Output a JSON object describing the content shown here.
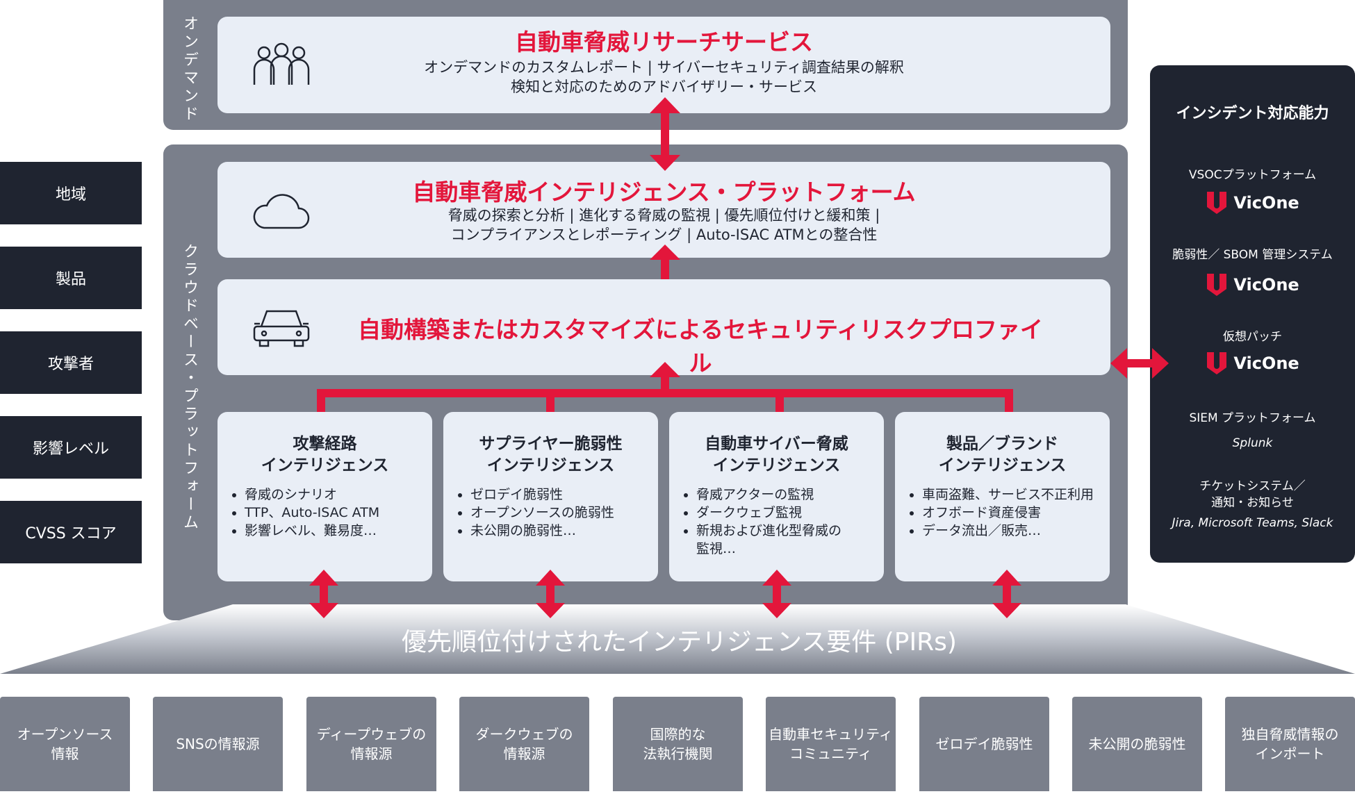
{
  "left_dimensions": [
    "地域",
    "製品",
    "攻撃者",
    "影響レベル",
    "CVSS スコア"
  ],
  "on_demand": {
    "label": "オンデマンド",
    "title": "自動車脅威リサーチサービス",
    "line1": "オンデマンドのカスタムレポート | サイバーセキュリティ調査結果の解釈",
    "line2": "検知と対応のためのアドバイザリー・サービス",
    "icon": "people-icon"
  },
  "cloud": {
    "label": "クラウドベース・プラットフォーム",
    "platform": {
      "title": "自動車脅威インテリジェンス・プラットフォーム",
      "line1": "脅威の探索と分析 | 進化する脅威の監視 | 優先順位付けと緩和策 |",
      "line2": "コンプライアンスとレポーティング | Auto-ISAC ATMとの整合性",
      "icon": "cloud-icon"
    },
    "risk_profile": {
      "title": "自動構築またはカスタマイズによるセキュリティリスクプロファイル",
      "icon": "car-icon"
    },
    "intel_boxes": [
      {
        "title1": "攻撃経路",
        "title2": "インテリジェンス",
        "bullets": [
          "脅威のシナリオ",
          "TTP、Auto-ISAC ATM",
          "影響レベル、難易度…"
        ]
      },
      {
        "title1": "サプライヤー脆弱性",
        "title2": "インテリジェンス",
        "bullets": [
          "ゼロデイ脆弱性",
          "オープンソースの脆弱性",
          "未公開の脆弱性…"
        ]
      },
      {
        "title1": "自動車サイバー脅威",
        "title2": "インテリジェンス",
        "bullets": [
          "脅威アクターの監視",
          "ダークウェブ監視",
          "新規および進化型脅威の監視…"
        ]
      },
      {
        "title1": "製品／ブランド",
        "title2": "インテリジェンス",
        "bullets": [
          "車両盗難、サービス不正利用",
          "オフボード資産侵害",
          "データ流出／販売…"
        ]
      }
    ]
  },
  "pirs": "優先順位付けされたインテリジェンス要件 (PIRs)",
  "sources": [
    "オープンソース\n情報",
    "SNSの情報源",
    "ディープウェブの\n情報源",
    "ダークウェブの\n情報源",
    "国際的な\n法執行機関",
    "自動車セキュリティ\nコミュニティ",
    "ゼロデイ脆弱性",
    "未公開の脆弱性",
    "独自脅威情報の\nインポート"
  ],
  "incident": {
    "title": "インシデント対応能力",
    "vsoc": "VSOCプラットフォーム",
    "vuln": "脆弱性／ SBOM 管理システム",
    "patch": "仮想パッチ",
    "siem": "SIEM プラットフォーム",
    "splunk": "Splunk",
    "ticket": "チケットシステム／\n通知・お知らせ",
    "ticket_tools": "Jira, Microsoft Teams, Slack",
    "logo_text": "VicOne"
  },
  "colors": {
    "accent_red": "#e3163b",
    "dark": "#1f2430",
    "panel_gray": "#7a7f8b",
    "card_light": "#e9eef6"
  }
}
